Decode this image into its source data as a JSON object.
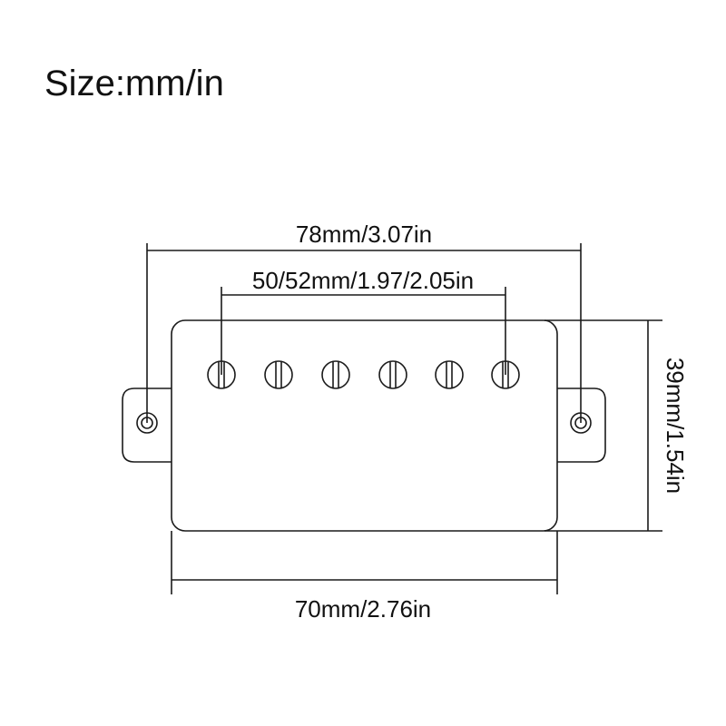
{
  "title": "Size:mm/in",
  "diagram": {
    "subject": "humbucker-pickup",
    "stroke_color": "#1a1a1a",
    "background": "#ffffff",
    "pole_piece_count": 6,
    "mounting_screw_count": 2
  },
  "dimensions": {
    "overall_length": "78mm/3.07in",
    "pole_spacing": "50/52mm/1.97/2.05in",
    "height": "39mm/1.54in",
    "body_length": "70mm/2.76in"
  }
}
